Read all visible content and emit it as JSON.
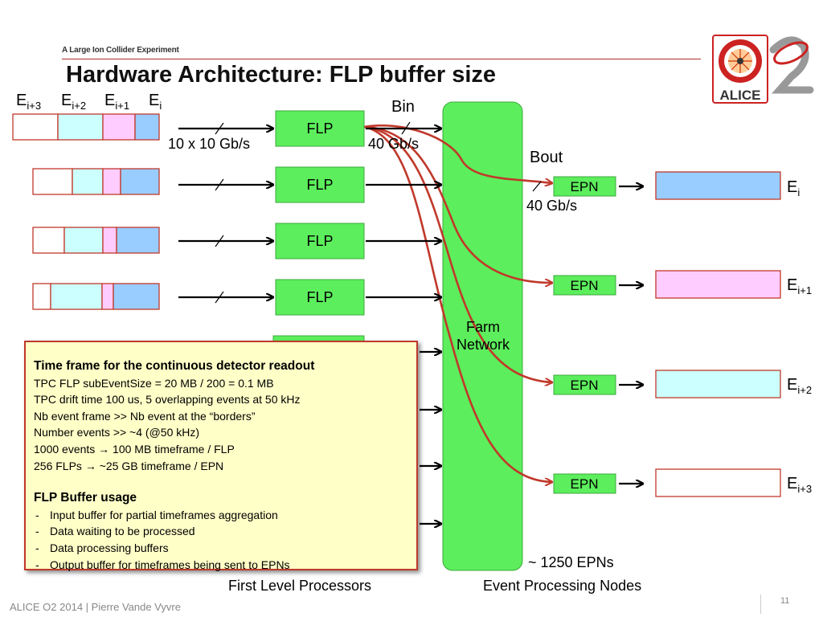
{
  "header": {
    "subtitle": "A Large Ion Collider Experiment",
    "title": "Hardware Architecture: FLP buffer size",
    "logo_text": "ALICE"
  },
  "labels": {
    "bin": "Bin",
    "bout": "Bout",
    "input_rate": "10 x 10 Gb/s",
    "bin_rate": "40 Gb/s",
    "bout_rate": "40 Gb/s",
    "farm_network": "Farm Network",
    "epn_count": "~ 1250 EPNs",
    "flp_caption": "First Level Processors",
    "epn_caption": "Event Processing Nodes"
  },
  "events": {
    "top": [
      {
        "base": "E",
        "sub": "i+3"
      },
      {
        "base": "E",
        "sub": "i+2"
      },
      {
        "base": "E",
        "sub": "i+1"
      },
      {
        "base": "E",
        "sub": "i"
      }
    ],
    "outputs": [
      {
        "base": "E",
        "sub": "i"
      },
      {
        "base": "E",
        "sub": "i+1"
      },
      {
        "base": "E",
        "sub": "i+2"
      },
      {
        "base": "E",
        "sub": "i+3"
      }
    ]
  },
  "nodes": {
    "flp_label": "FLP",
    "epn_label": "EPN"
  },
  "note": {
    "heading1": "Time frame for the continuous detector readout",
    "lines": [
      "TPC FLP subEventSize = 20 MB / 200 = 0.1 MB",
      "TPC drift time 100 us, 5 overlapping events at 50 kHz",
      "Nb event frame >> Nb event at the “borders”",
      "Number events >> ~4 (@50 kHz)",
      "1000 events → 100 MB timeframe / FLP",
      "256 FLPs → ~25 GB timeframe / EPN"
    ],
    "heading2": "FLP Buffer usage",
    "bullets": [
      "Input buffer for partial timeframes aggregation",
      "Data waiting to be processed",
      "Data processing buffers",
      "Output buffer for timeframes being sent to EPNs"
    ]
  },
  "footer": {
    "text": "ALICE O2  2014 |  Pierre Vande Vyvre",
    "page": "11"
  },
  "colors": {
    "green": "#5cee5c",
    "red_line": "#c0392b",
    "blue": "#99ccff",
    "cyan": "#ccffff",
    "pink": "#ffccff",
    "note_bg": "#ffffc8"
  }
}
